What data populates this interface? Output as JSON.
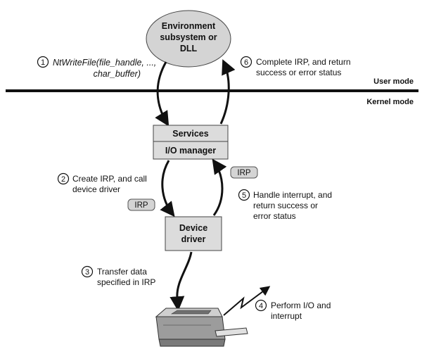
{
  "diagram": {
    "env_node": {
      "line1": "Environment",
      "line2": "subsystem or",
      "line3": "DLL"
    },
    "mode_labels": {
      "user": "User mode",
      "kernel": "Kernel mode"
    },
    "io_box": {
      "services": "Services",
      "io_manager": "I/O manager"
    },
    "driver_box": {
      "line1": "Device",
      "line2": "driver"
    },
    "irp_tag": "IRP",
    "steps": [
      {
        "num": "1",
        "line1": "NtWriteFile(file_handle, ...,",
        "line2": "char_buffer)"
      },
      {
        "num": "2",
        "line1": "Create IRP, and call",
        "line2": "device driver"
      },
      {
        "num": "3",
        "line1": "Transfer data",
        "line2": "specified in IRP"
      },
      {
        "num": "4",
        "line1": "Perform I/O and",
        "line2": "interrupt"
      },
      {
        "num": "5",
        "line1": "Handle interrupt, and",
        "line2": "return success or",
        "line3": "error status"
      },
      {
        "num": "6",
        "line1": "Complete IRP, and return",
        "line2": "success or error status"
      }
    ],
    "colors": {
      "node_fill": "#d4d4d4",
      "box_fill": "#dcdcdc",
      "line": "#111111"
    }
  }
}
